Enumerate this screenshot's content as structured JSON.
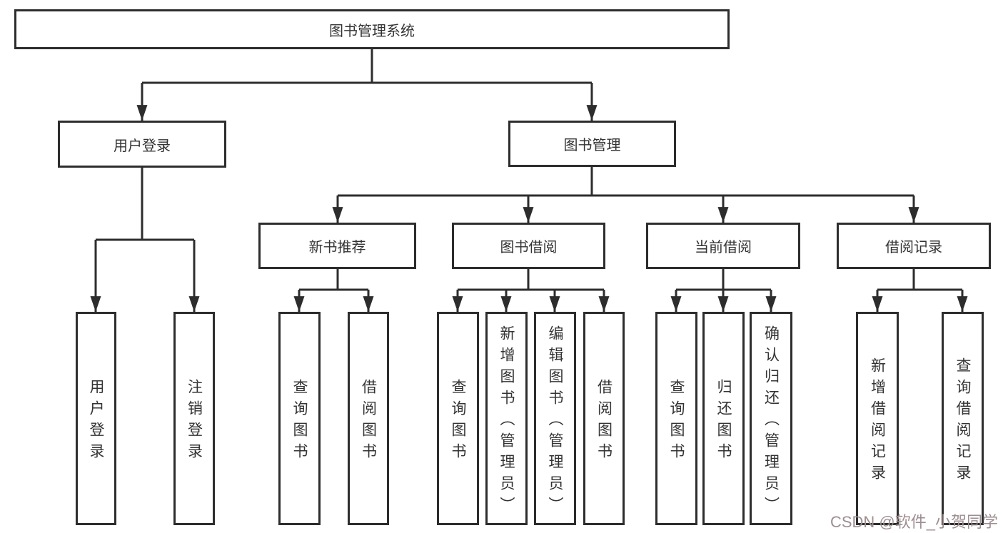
{
  "diagram": {
    "root": {
      "label": "图书管理系统"
    },
    "branches": [
      {
        "label": "用户登录",
        "children": [
          {
            "label": "用户登录"
          },
          {
            "label": "注销登录"
          }
        ]
      },
      {
        "label": "图书管理",
        "children": [
          {
            "label": "新书推荐",
            "children": [
              {
                "label": "查询图书"
              },
              {
                "label": "借阅图书"
              }
            ]
          },
          {
            "label": "图书借阅",
            "children": [
              {
                "label": "查询图书"
              },
              {
                "label": "新增图书（管理员）"
              },
              {
                "label": "编辑图书（管理员）"
              },
              {
                "label": "借阅图书"
              }
            ]
          },
          {
            "label": "当前借阅",
            "children": [
              {
                "label": "查询图书"
              },
              {
                "label": "归还图书"
              },
              {
                "label": "确认归还（管理员）"
              }
            ]
          },
          {
            "label": "借阅记录",
            "children": [
              {
                "label": "新增借阅记录"
              },
              {
                "label": "查询借阅记录"
              }
            ]
          }
        ]
      }
    ]
  },
  "watermark": {
    "text": "CSDN @软件_小贺同学"
  },
  "colors": {
    "border": "#2d2d2d",
    "text": "#333333",
    "watermark": "#9e8e90",
    "background": "#ffffff"
  }
}
